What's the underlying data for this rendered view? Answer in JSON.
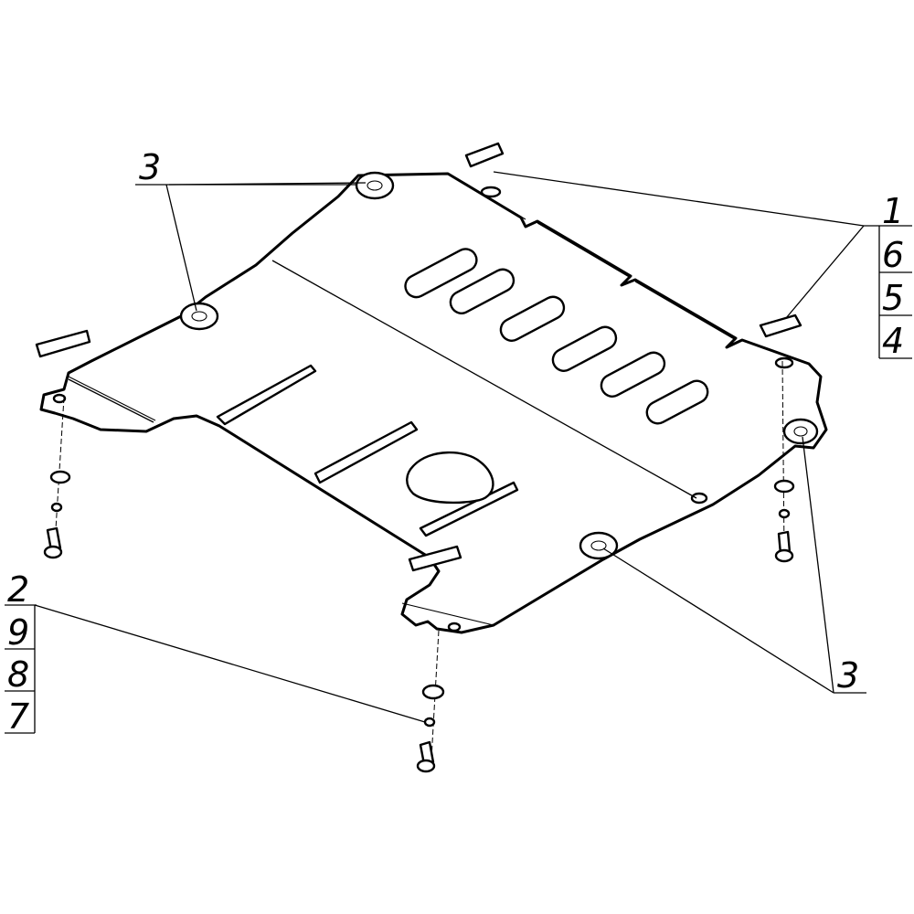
{
  "callouts": {
    "top_left": "3",
    "bottom_right": "3",
    "right_stack": [
      "1",
      "6",
      "5",
      "4"
    ],
    "left_stack": [
      "2",
      "9",
      "8",
      "7"
    ]
  }
}
